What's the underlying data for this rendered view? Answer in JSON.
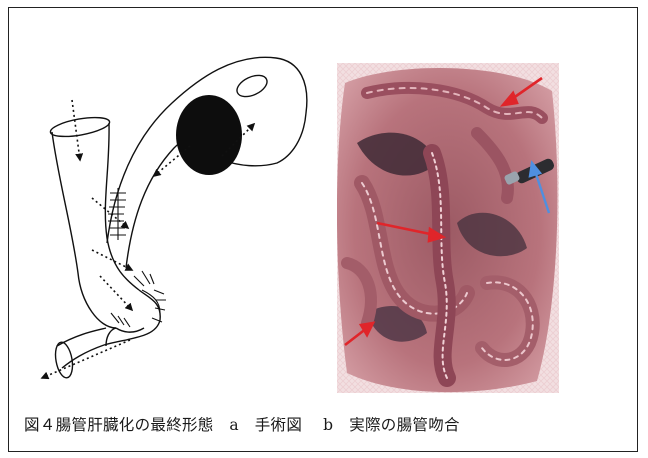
{
  "figure": {
    "caption": "図４腸管肝臓化の最終形態　a　手術図　 b　実際の腸管吻合"
  },
  "drawing": {
    "icon": "intestine-liver-surgery-diagram-icon"
  },
  "photo": {
    "icon": "intestinal-anastomosis-photo-icon",
    "red_arrow_count": 3,
    "blue_arrow_count": 1,
    "colors": {
      "red_arrow": "#e0252a",
      "blue_arrow": "#4f8fe0",
      "tissue": "#b46a72"
    }
  }
}
